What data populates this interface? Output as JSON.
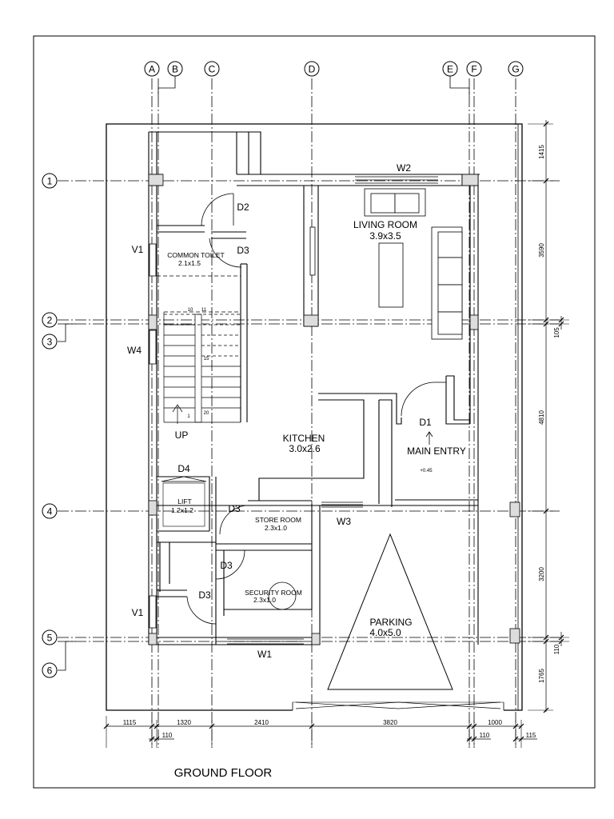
{
  "drawing_title": "GROUND FLOOR",
  "grid_columns": [
    "A",
    "B",
    "C",
    "D",
    "E",
    "F",
    "G"
  ],
  "grid_rows": [
    "1",
    "2",
    "3",
    "4",
    "5",
    "6"
  ],
  "rooms": {
    "living": {
      "name": "LIVING ROOM",
      "size": "3.9x3.5"
    },
    "toilet": {
      "name": "COMMON TOILET",
      "size": "2.1x1.5"
    },
    "kitchen": {
      "name": "KITCHEN",
      "size": "3.0x2.6"
    },
    "main_entry": {
      "name": "MAIN ENTRY",
      "door": "D1",
      "level": "+0.45"
    },
    "lift": {
      "name": "LIFT",
      "size": "1.2x1.2"
    },
    "store": {
      "name": "STORE ROOM",
      "size": "2.3x1.0"
    },
    "security": {
      "name": "SECURITY ROOM",
      "size": "2.3x1.0"
    },
    "parking": {
      "name": "PARKING",
      "size": "4.0x5.0"
    }
  },
  "openings": {
    "w2": "W2",
    "v1_top": "V1",
    "w4": "W4",
    "d2": "D2",
    "d3_toilet": "D3",
    "d4": "D4",
    "d3_store": "D3",
    "w3": "W3",
    "d3_sec_top": "D3",
    "d3_sec_left": "D3",
    "v1_bottom": "V1",
    "w1": "W1"
  },
  "stairs": {
    "up_label": "UP",
    "step_1": "1",
    "step_10": "10",
    "step_11": "11",
    "step_15": "15",
    "step_20": "20"
  },
  "dimensions_bottom": {
    "main": [
      "1115",
      "1320",
      "2410",
      "3820",
      "1000"
    ],
    "sub": [
      "110",
      "110",
      "115"
    ]
  },
  "dimensions_right": [
    "1415",
    "3590",
    "105",
    "4810",
    "3200",
    "110",
    "1765"
  ]
}
